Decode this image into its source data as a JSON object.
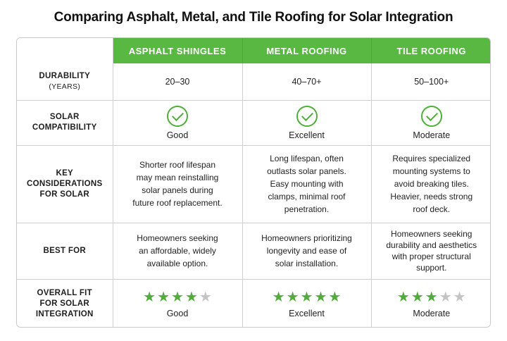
{
  "title": "Comparing Asphalt, Metal, and Tile Roofing for Solar Integration",
  "columns": [
    "ASPHALT SHINGLES",
    "METAL ROOFING",
    "TILE ROOFING"
  ],
  "rows": {
    "durability": {
      "label": "DURABILITY",
      "sublabel": "(YEARS)",
      "values": [
        "20–30",
        "40–70+",
        "50–100+"
      ]
    },
    "solar": {
      "label_line1": "SOLAR",
      "label_line2": "COMPATIBILITY",
      "icon": "check-circle-icon",
      "values": [
        "Good",
        "Excellent",
        "Moderate"
      ]
    },
    "key": {
      "label_line1": "KEY",
      "label_line2": "CONSIDERATIONS",
      "label_line3": "FOR SOLAR",
      "values": [
        [
          "Shorter roof lifespan",
          "may mean reinstalling",
          "solar panels during",
          "future roof replacement."
        ],
        [
          "Long lifespan, often",
          "outlasts solar panels.",
          "Easy mounting with",
          "clamps, minimal roof",
          "penetration."
        ],
        [
          "Requires specialized",
          "mounting systems to",
          "avoid breaking tiles.",
          "Heavier, needs strong",
          "roof deck."
        ]
      ]
    },
    "best": {
      "label": "BEST FOR",
      "values": [
        [
          "Homeowners seeking",
          "an affordable, widely",
          "available option."
        ],
        [
          "Homeowners prioritizing",
          "longevity and ease of",
          "solar installation."
        ],
        [
          "Homeowners seeking",
          "durability and aesthetics",
          "with proper structural",
          "support."
        ]
      ]
    },
    "fit": {
      "label_line1": "OVERALL FIT",
      "label_line2": "FOR SOLAR",
      "label_line3": "INTEGRATION",
      "ratings": [
        4,
        5,
        3
      ],
      "max_rating": 5,
      "values": [
        "Good",
        "Excellent",
        "Moderate"
      ]
    }
  },
  "colors": {
    "accent": "#58b842",
    "star_on": "#4fae3a",
    "star_off": "#c4c4c4"
  }
}
